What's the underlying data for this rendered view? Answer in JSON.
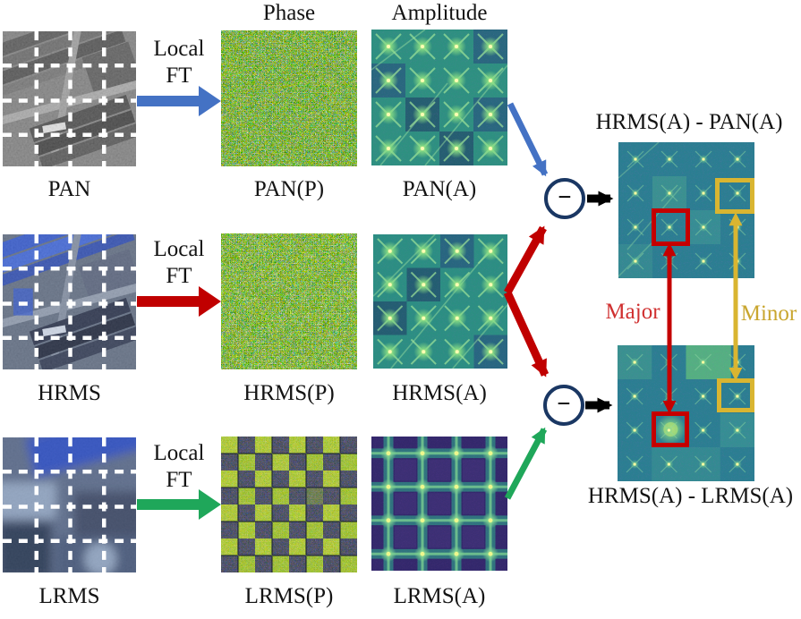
{
  "figure": {
    "headers": {
      "phase": "Phase",
      "amplitude": "Amplitude"
    },
    "rows": [
      {
        "name": "PAN",
        "ft1": "Local",
        "ft2": "FT",
        "phase": "PAN(P)",
        "amp": "PAN(A)"
      },
      {
        "name": "HRMS",
        "ft1": "Local",
        "ft2": "FT",
        "phase": "HRMS(P)",
        "amp": "HRMS(A)"
      },
      {
        "name": "LRMS",
        "ft1": "Local",
        "ft2": "FT",
        "phase": "LRMS(P)",
        "amp": "LRMS(A)"
      }
    ],
    "operators": [
      {
        "symbol": "−"
      },
      {
        "symbol": "−"
      }
    ],
    "results": [
      {
        "title": "HRMS(A) - PAN(A)"
      },
      {
        "title": "HRMS(A) - LRMS(A)"
      }
    ],
    "annotations": {
      "major": "Major",
      "minor": "Minor"
    },
    "colors": {
      "pan_arrow": "#4472C4",
      "hrms_arrow": "#C00000",
      "lrms_arrow": "#1FA75A",
      "black_arrow": "#000000",
      "operator_ring": "#1A3763",
      "major_box": "#C40000",
      "minor_box": "#D9B531",
      "major_label": "#D03030",
      "minor_label": "#C9A62F"
    }
  }
}
